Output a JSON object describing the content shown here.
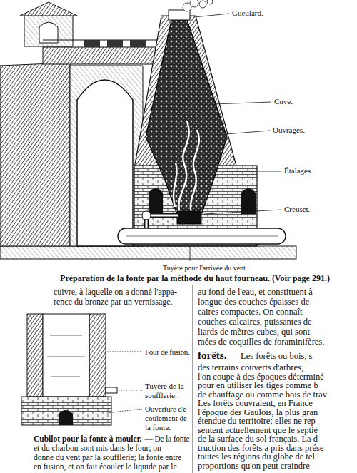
{
  "diagram": {
    "caption": "Préparation de la fonte par la méthode du haut fourneau. (Voir page 291.)",
    "labels": [
      "Gueulard.",
      "Cuve.",
      "Ouvrages.",
      "Étalages",
      "Creuset.",
      "Tuyère pour l'arrivée du vent.",
      "cuivre, à laquelle on a donné l'appa-",
      "rence du bronze par un vernissage.",
      "Four de fusion.",
      "Tuyère de la",
      "soufflerie.",
      "Ouverture d'é-",
      "coulement de",
      "la fonte.",
      "Cubilot pour la fonte à mouler.",
      "— De la fonte",
      "et du charbon sont mis dans le four; on",
      "donne du vent par la soufflerie; la fonte entre",
      "en fusion, et on fait écouler le liquide par le",
      "au fond de l'eau, et constituent à",
      "longue des couches épaisses de",
      "caires compactes. On connaît",
      "couches calcaires, puissantes de",
      "liards de mètres cubes, qui sont",
      "mées de coquilles de foraminifères.",
      "forêts.",
      "— Les forêts ou bois, s",
      "des terrains couverts d'arbres,",
      "l'on coupe à des époques déterminé",
      "pour en utiliser les tiges comme b",
      "de chauffage ou comme bois de trav",
      "Les forêts couvraient, en France",
      "l'époque des Gaulois, la plus gran",
      "étendue du territoire; elles ne rep",
      "sentent actuellement que le septiè",
      "de la surface du sol français. La d",
      "truction des forêts a pris dans prése",
      "toutes les régions du globe de tel",
      "proportions qu'on peut craindre"
    ]
  }
}
